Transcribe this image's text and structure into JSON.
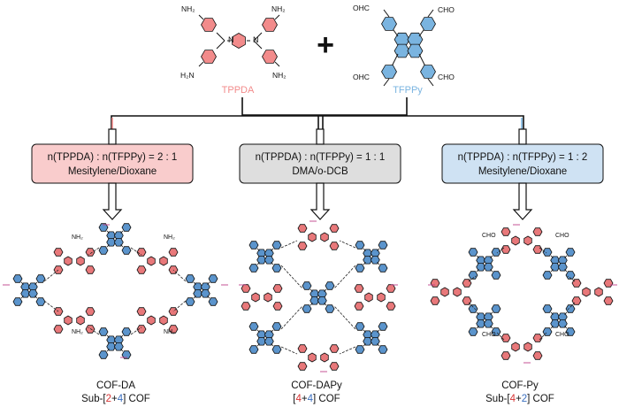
{
  "colors": {
    "tppda": "#f28b8b",
    "tfppy": "#7ab4e0",
    "ring_red": "#e8787a",
    "ring_blue": "#5b94cc",
    "box_pink": "#f9cccc",
    "box_gray": "#dedede",
    "box_blue": "#cfe2f3",
    "stub": "#c0408a"
  },
  "reactants": {
    "tppda": {
      "name": "TPPDA",
      "amine_labels": [
        "NH₂",
        "NH₂",
        "H₂N",
        "NH₂"
      ],
      "n_labels": [
        "N",
        "N"
      ]
    },
    "tfppy": {
      "name": "TFPPy",
      "aldehyde_labels": [
        "OHC",
        "CHO",
        "OHC",
        "CHO"
      ]
    },
    "plus_sign": "+"
  },
  "conditions": [
    {
      "ratio": "n(TPPDA) : n(TFPPy) = 2 : 1",
      "solvent": "Mesitylene/Dioxane"
    },
    {
      "ratio": "n(TPPDA) : n(TFPPy) = 1 : 1",
      "solvent": "DMA/o-DCB"
    },
    {
      "ratio": "n(TPPDA) : n(TFPPy) = 1 : 2",
      "solvent": "Mesitylene/Dioxane"
    }
  ],
  "products": [
    {
      "name": "COF-DA",
      "sub_prefix": "Sub-[",
      "first": "2",
      "plus": "+",
      "second": "4",
      "sub_suffix": "] COF",
      "first_color": "#d63333",
      "second_color": "#3a6fc0",
      "pendant_labels": [
        "NH₂",
        "NH₂",
        "NH₂",
        "NH₂"
      ]
    },
    {
      "name": "COF-DAPy",
      "sub_prefix": "[",
      "first": "4",
      "plus": "+",
      "second": "4",
      "sub_suffix": "] COF",
      "first_color": "#d63333",
      "second_color": "#3a6fc0",
      "pendant_labels": []
    },
    {
      "name": "COF-Py",
      "sub_prefix": "Sub-[",
      "first": "4",
      "plus": "+",
      "second": "2",
      "sub_suffix": "] COF",
      "first_color": "#d63333",
      "second_color": "#3a6fc0",
      "pendant_labels": [
        "CHO",
        "CHO",
        "CHO",
        "CHO"
      ]
    }
  ]
}
